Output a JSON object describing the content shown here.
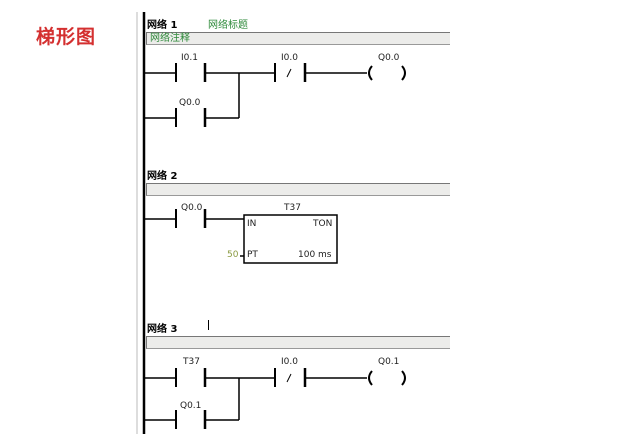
{
  "page": {
    "title": "梯形图"
  },
  "colors": {
    "title": "#d43030",
    "comment_text": "#2e8a3a",
    "comment_bar": "#ececea",
    "line": "#000000",
    "preset_value": "#8a9a40"
  },
  "networks": [
    {
      "header": "网络 1",
      "title": "网络标题",
      "comment": "网络注释",
      "rung": {
        "contacts": [
          {
            "address": "I0.1",
            "type": "normally-open"
          },
          {
            "address": "Q0.0",
            "type": "normally-open",
            "branch": true
          },
          {
            "address": "I0.0",
            "type": "normally-closed",
            "symbol": "/"
          }
        ],
        "coil": {
          "address": "Q0.0"
        }
      }
    },
    {
      "header": "网络 2",
      "title": "",
      "comment": "",
      "rung": {
        "contacts": [
          {
            "address": "Q0.0",
            "type": "normally-open"
          }
        ],
        "timer": {
          "address": "T37",
          "type": "TON",
          "in_label": "IN",
          "pt_label": "PT",
          "preset": "50",
          "timebase": "100 ms"
        }
      }
    },
    {
      "header": "网络 3",
      "title": "",
      "comment": "",
      "rung": {
        "contacts": [
          {
            "address": "T37",
            "type": "normally-open"
          },
          {
            "address": "Q0.1",
            "type": "normally-open",
            "branch": true
          },
          {
            "address": "I0.0",
            "type": "normally-closed",
            "symbol": "/"
          }
        ],
        "coil": {
          "address": "Q0.1"
        }
      }
    }
  ]
}
